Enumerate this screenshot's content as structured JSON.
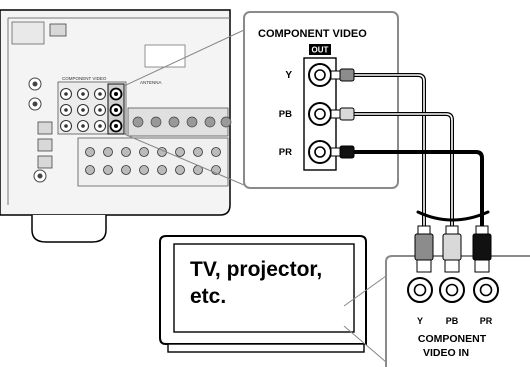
{
  "receiver": {
    "panel_labels": [
      "COMPONENT VIDEO",
      "ANTENNA"
    ]
  },
  "callout": {
    "title": "COMPONENT VIDEO",
    "out_badge": "OUT",
    "jacks": [
      "Y",
      "PB",
      "PR"
    ]
  },
  "tv": {
    "label_line1": "TV, projector,",
    "label_line2": "etc."
  },
  "tv_inputs": {
    "jacks": [
      "Y",
      "PB",
      "PR"
    ],
    "caption_line1": "COMPONENT",
    "caption_line2": "VIDEO  IN"
  },
  "colors": {
    "y_plug": "#8c8c8c",
    "pb_plug": "#d9d9d9",
    "pr_plug": "#111111"
  }
}
